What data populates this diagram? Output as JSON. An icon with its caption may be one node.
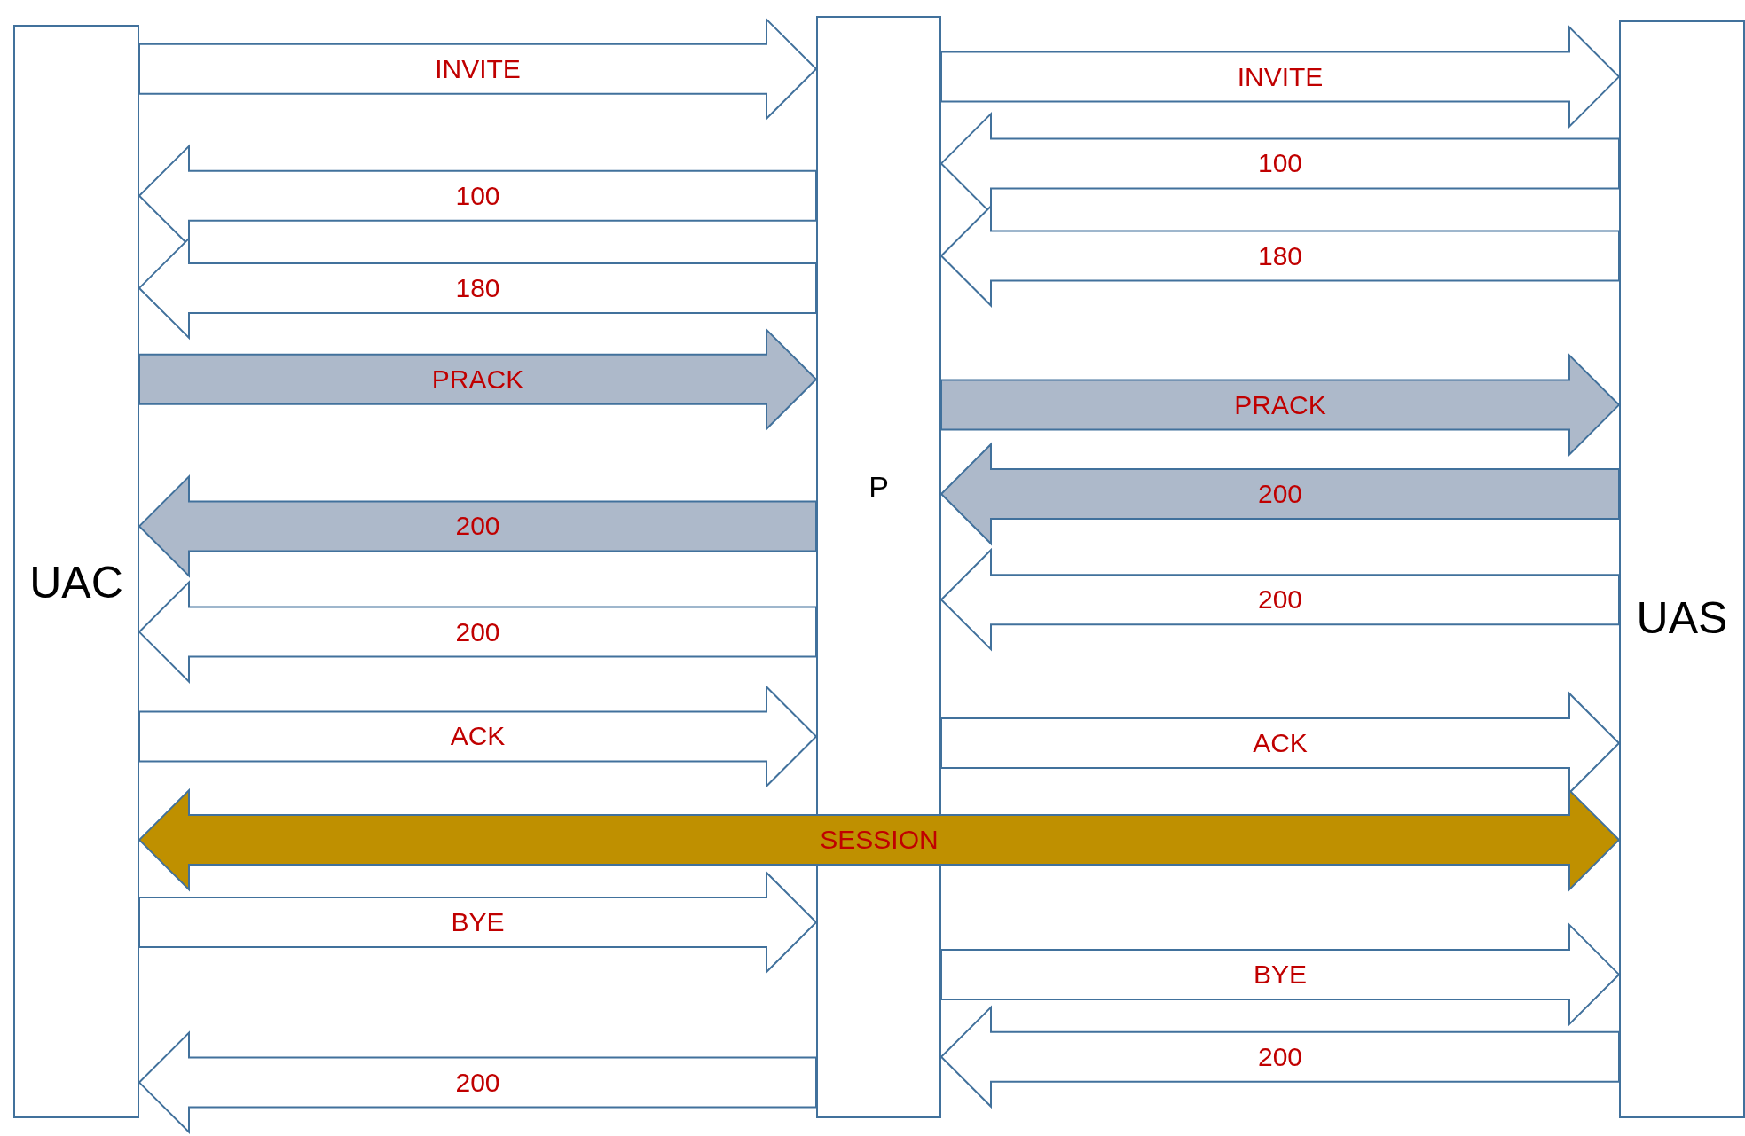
{
  "diagram": {
    "nodes": [
      {
        "text": [
          "UAC"
        ]
      },
      {
        "text": [
          "P"
        ]
      },
      {
        "text": [
          "UAS"
        ]
      }
    ],
    "edges": [
      {
        "from": 0,
        "to": 1,
        "arrow": "to",
        "label": "INVITE"
      },
      {
        "from": 1,
        "to": 2,
        "arrow": "to",
        "label": "INVITE"
      },
      {
        "from": 2,
        "to": 1,
        "arrow": "to",
        "label": "100"
      },
      {
        "from": 1,
        "to": 0,
        "arrow": "to",
        "label": "100"
      },
      {
        "from": 2,
        "to": 1,
        "arrow": "to",
        "label": "180"
      },
      {
        "from": 1,
        "to": 0,
        "arrow": "to",
        "label": "180"
      },
      {
        "from": 0,
        "to": 1,
        "arrow": "to",
        "label": "PRACK",
        "color": "#adb9ca"
      },
      {
        "from": 1,
        "to": 2,
        "arrow": "to",
        "label": "PRACK",
        "color": "#adb9ca"
      },
      {
        "from": 2,
        "to": 1,
        "arrow": "to",
        "label": "200",
        "color": "#adb9ca"
      },
      {
        "from": 1,
        "to": 0,
        "arrow": "to",
        "label": "200",
        "color": "#adb9ca"
      },
      {
        "from": 2,
        "to": 1,
        "arrow": "to",
        "label": "200"
      },
      {
        "from": 1,
        "to": 0,
        "arrow": "to",
        "label": "200"
      },
      {
        "from": 0,
        "to": 1,
        "arrow": "to",
        "label": "ACK"
      },
      {
        "from": 1,
        "to": 2,
        "arrow": "to",
        "label": "ACK"
      },
      {
        "from": 0,
        "to": 2,
        "arrow": "both",
        "label": "SESSION",
        "color": "#bf9000"
      },
      {
        "from": 0,
        "to": 1,
        "arrow": "to",
        "label": "BYE"
      },
      {
        "from": 1,
        "to": 2,
        "arrow": "to",
        "label": "BYE"
      },
      {
        "from": 2,
        "to": 1,
        "arrow": "to",
        "label": "200"
      },
      {
        "from": 1,
        "to": 0,
        "arrow": "to",
        "label": "200"
      }
    ]
  }
}
